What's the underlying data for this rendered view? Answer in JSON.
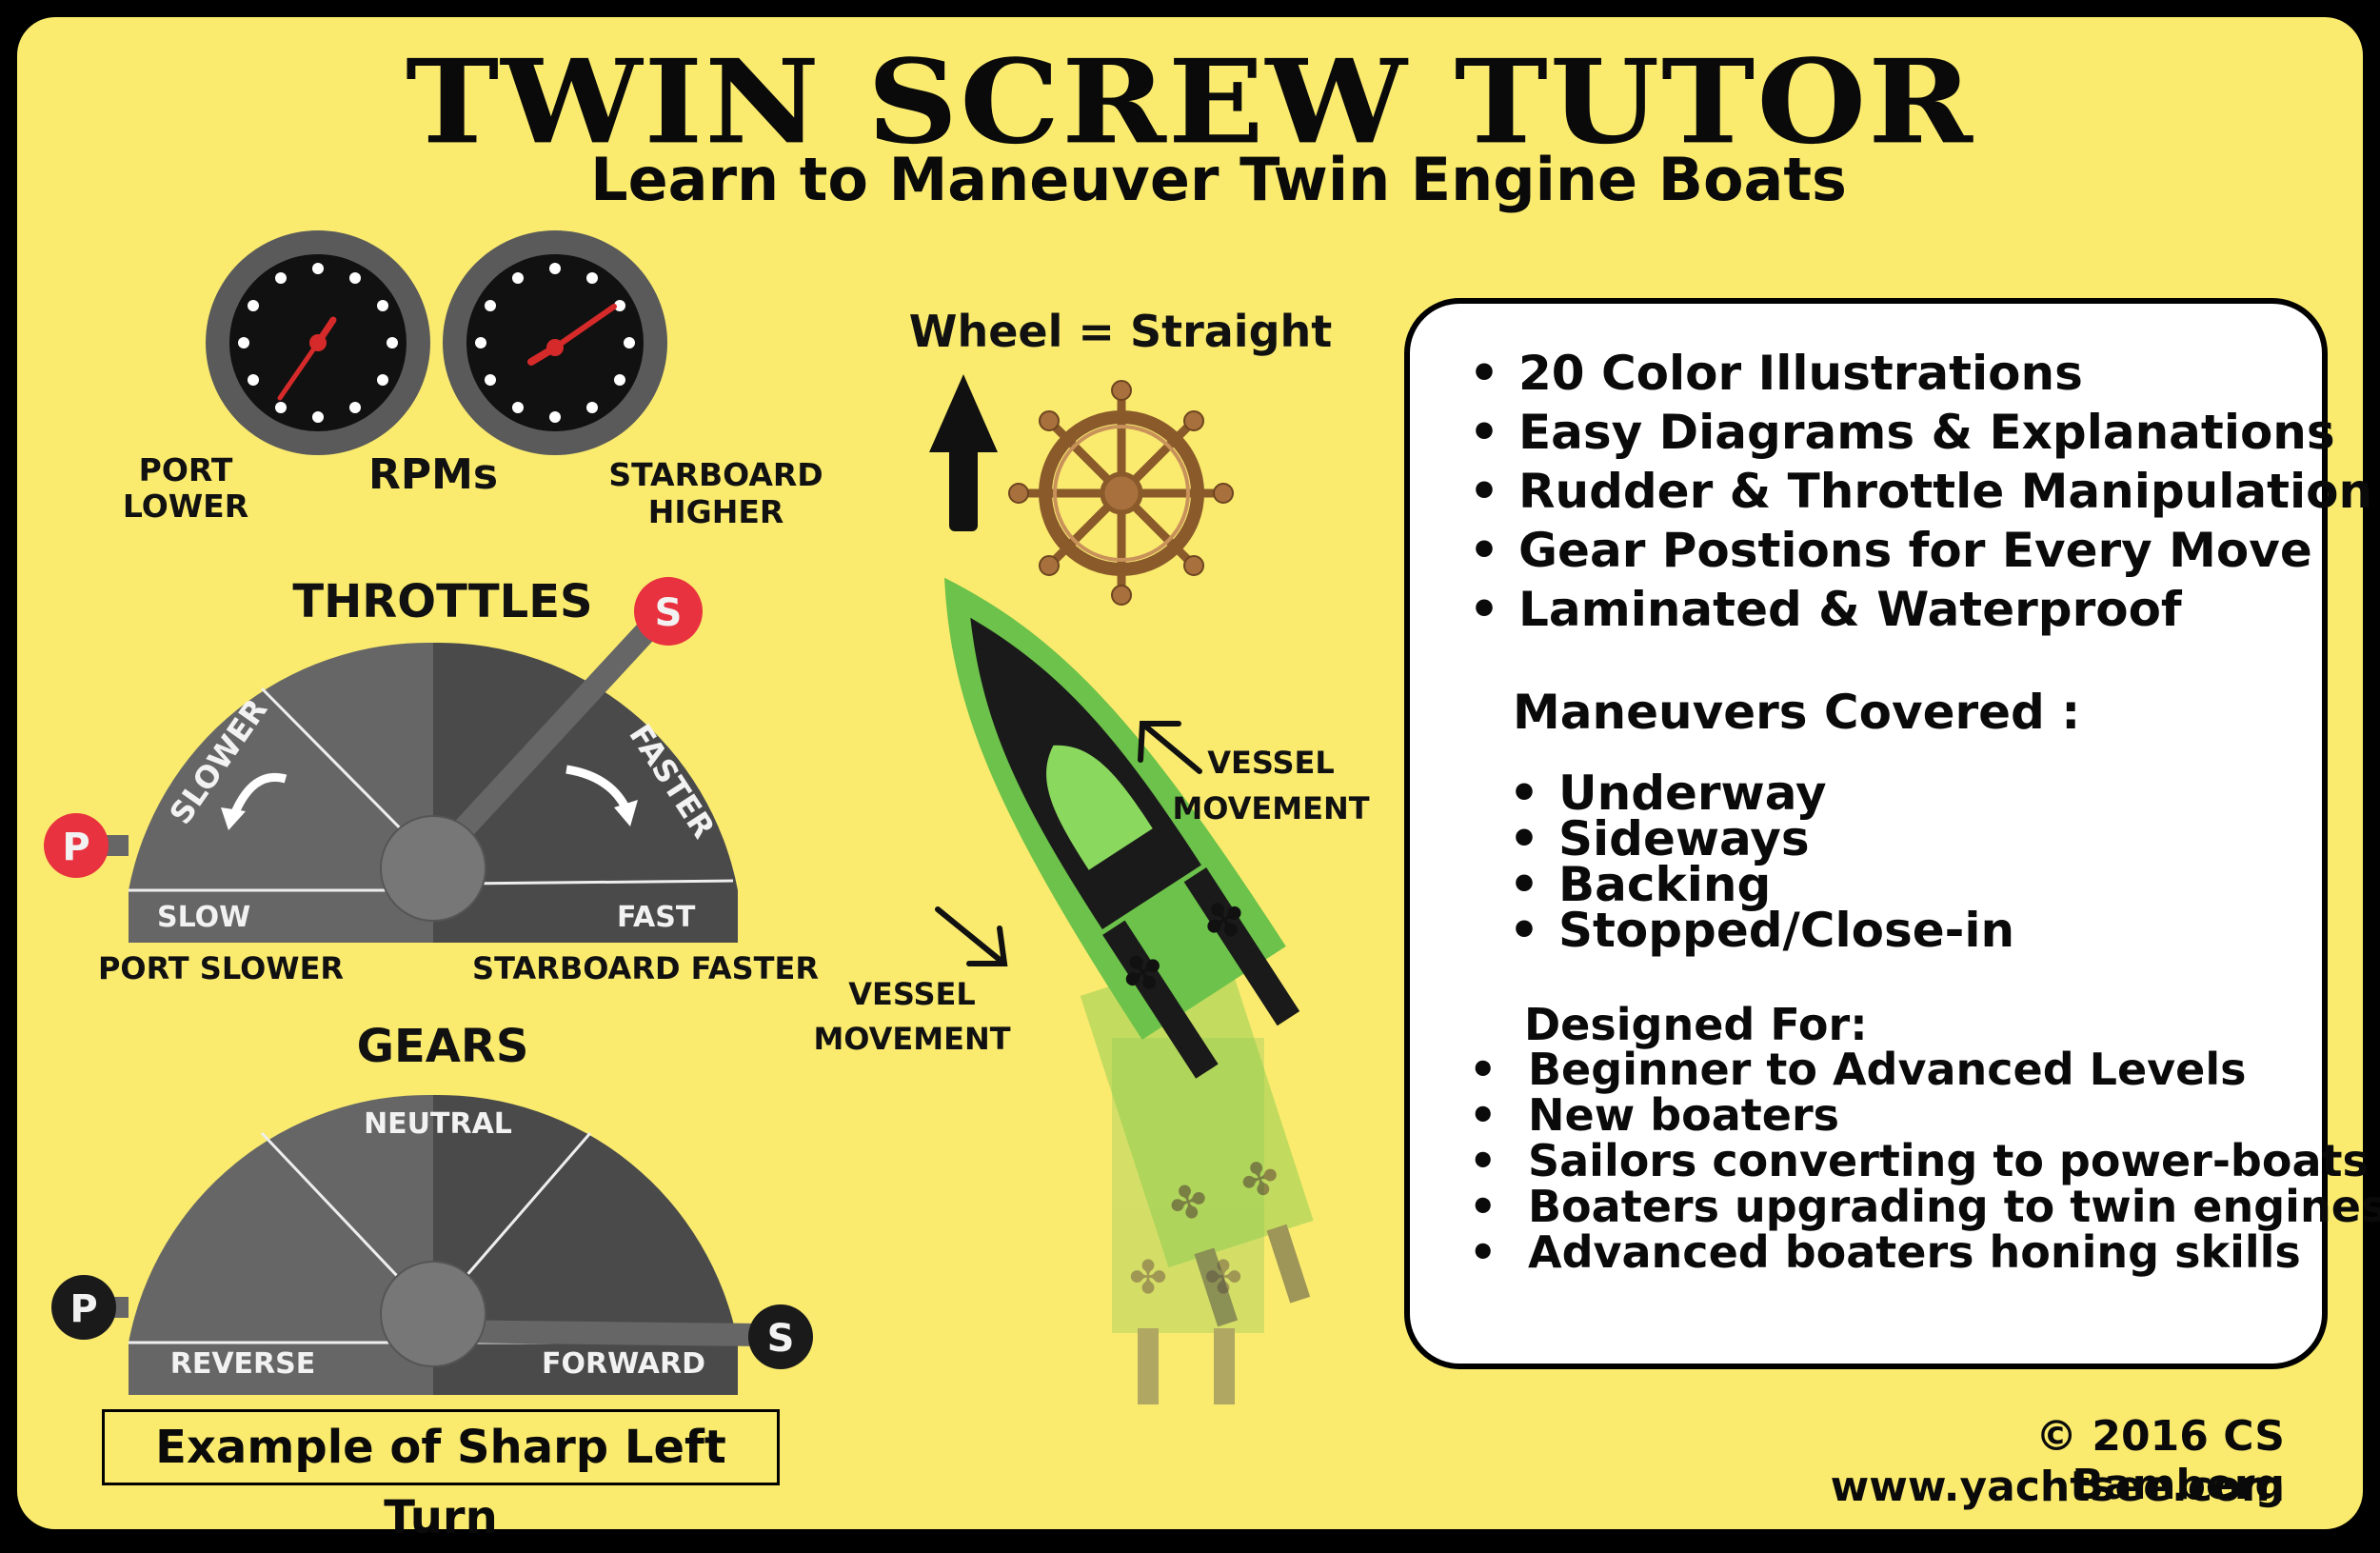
{
  "title": "TWIN SCREW TUTOR",
  "subtitle": "Learn to Maneuver Twin Engine Boats",
  "rpm": {
    "port_line1": "PORT",
    "port_line2": "LOWER",
    "label": "RPMs",
    "starboard_line1": "STARBOARD",
    "starboard_line2": "HIGHER"
  },
  "throttles": {
    "title": "THROTTLES",
    "slower": "SLOWER",
    "faster": "FASTER",
    "slow": "SLOW",
    "fast": "FAST",
    "port_knob": "P",
    "starboard_knob": "S",
    "port_caption": "PORT SLOWER",
    "starboard_caption": "STARBOARD FASTER"
  },
  "gears": {
    "title": "GEARS",
    "neutral": "NEUTRAL",
    "reverse": "REVERSE",
    "forward": "FORWARD",
    "port_knob": "P",
    "starboard_knob": "S"
  },
  "wheel_label": "Wheel = Straight",
  "vessel_movement_1": [
    "VESSEL",
    "MOVEMENT"
  ],
  "vessel_movement_2": [
    "VESSEL",
    "MOVEMENT"
  ],
  "features": [
    "20 Color Illustrations",
    "Easy Diagrams & Explanations",
    "Rudder & Throttle Manipulation",
    "Gear Postions for Every Move",
    "Laminated & Waterproof"
  ],
  "maneuvers_heading": "Maneuvers Covered :",
  "maneuvers": [
    "Underway",
    "Sideways",
    "Backing",
    "Stopped/Close-in"
  ],
  "designed_heading": "Designed For:",
  "designed_for": [
    "Beginner to Advanced Levels",
    "New boaters",
    "Sailors converting to power-boats",
    "Boaters upgrading to twin engines",
    "Advanced boaters honing skills"
  ],
  "example_caption": "Example of Sharp Left Turn",
  "copyright": "© 2016 CS Bamberg",
  "website": "www.yachtsee.com",
  "colors": {
    "background": "#faeb6e",
    "knob_red": "#e8323f",
    "boat_green": "#6cc24a",
    "needle_red": "#d62a2a"
  }
}
